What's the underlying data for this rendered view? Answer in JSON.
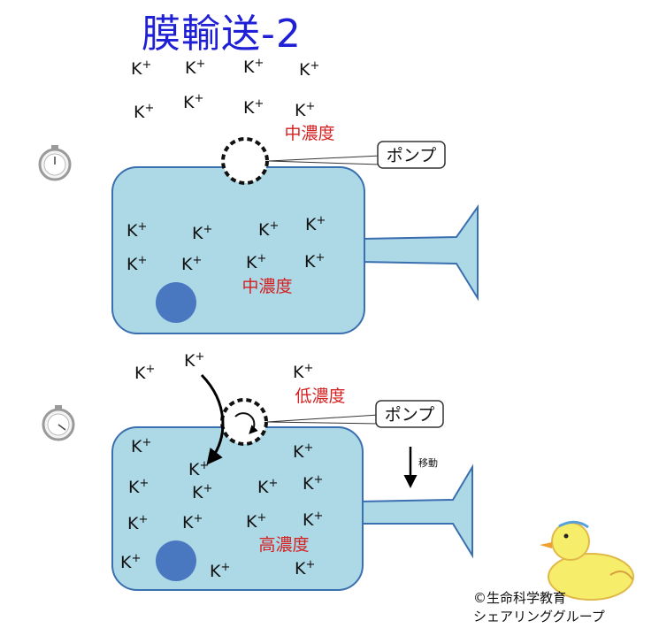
{
  "title": "膜輸送-2",
  "ion_label": "K",
  "ion_charge": "+",
  "panel1": {
    "outside_concentration": "中濃度",
    "inside_concentration": "中濃度",
    "pump_label": "ポンプ"
  },
  "panel2": {
    "outside_concentration": "低濃度",
    "inside_concentration": "高濃度",
    "pump_label": "ポンプ",
    "movement_label": "移動"
  },
  "credit": {
    "line1": "©生命科学教育",
    "line2": "シェアリンググループ"
  },
  "colors": {
    "title": "#1f1fd6",
    "cell_fill": "#add8e6",
    "cell_stroke": "#3a6fb0",
    "nucleus": "#4a78c0",
    "concentration_text": "#d42020"
  }
}
